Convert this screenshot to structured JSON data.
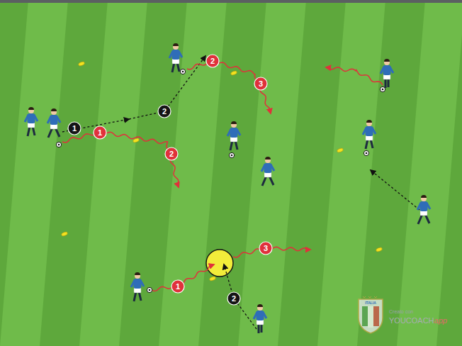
{
  "diagram": {
    "labels": [
      "1",
      "2",
      "1",
      "2",
      "2",
      "3",
      "2",
      "1",
      "3",
      "ITALIA",
      "Creato con",
      "YOUCOACH",
      "app"
    ]
  }
}
